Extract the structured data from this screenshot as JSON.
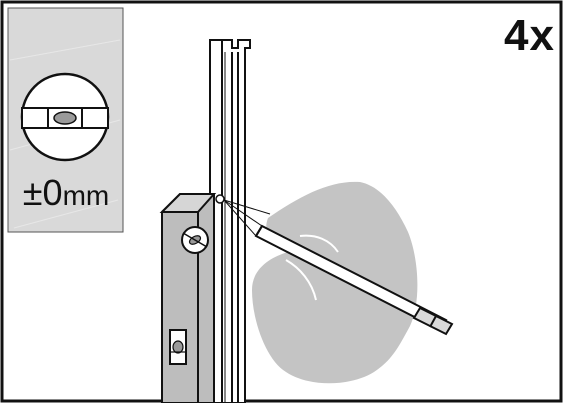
{
  "badge": {
    "repeat_count": "4x"
  },
  "detail_inset": {
    "tolerance_sign": "±",
    "tolerance_value": "0",
    "tolerance_unit": "mm",
    "icon": "spirit-level-bubble-icon"
  },
  "illustration": {
    "icons": [
      "spirit-level-icon",
      "door-frame-profile-icon",
      "hand-with-pencil-icon",
      "pencil-icon"
    ]
  },
  "colors": {
    "inset_background": "#d9d9d9",
    "hand_fill": "#c4c4c4",
    "level_fill": "#bdbdbd",
    "outline": "#111111",
    "bubble": "#9a9a9a"
  }
}
